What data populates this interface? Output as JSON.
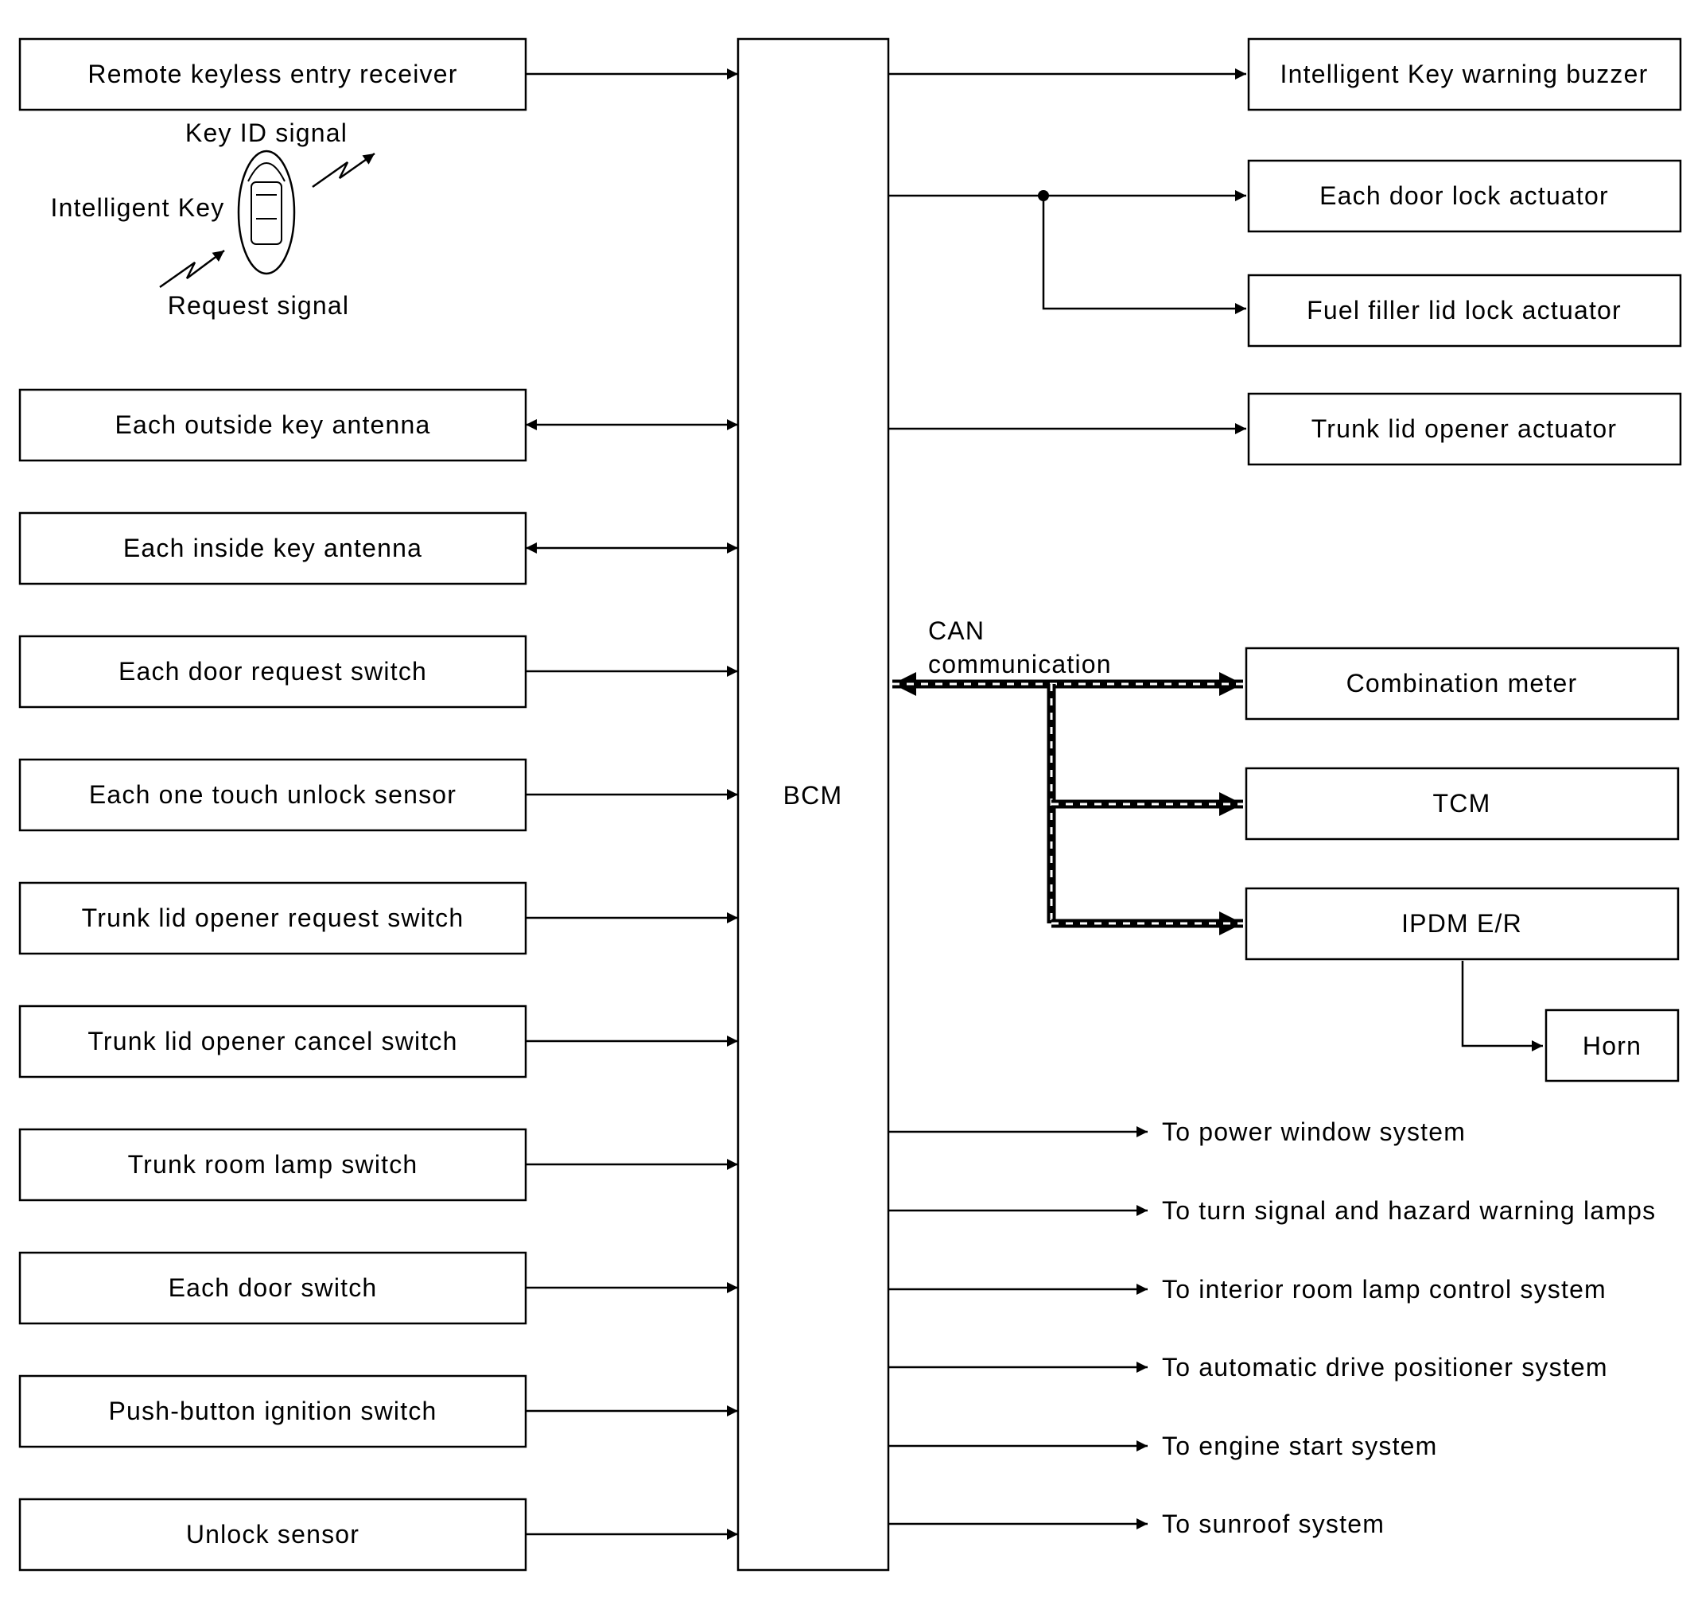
{
  "inputs": [
    "Remote keyless entry receiver",
    "Each outside key antenna",
    "Each inside key antenna",
    "Each door request switch",
    "Each one touch unlock sensor",
    "Trunk lid opener request switch",
    "Trunk lid opener cancel switch",
    "Trunk room lamp switch",
    "Each door switch",
    "Push-button ignition switch",
    "Unlock sensor"
  ],
  "intelligent_key": {
    "key_id_signal": "Key ID signal",
    "key_label": "Intelligent Key",
    "request_signal": "Request signal"
  },
  "bcm": "BCM",
  "outputs": [
    "Intelligent Key warning buzzer",
    "Each door lock actuator",
    "Fuel filler lid lock actuator",
    "Trunk lid opener actuator"
  ],
  "can": {
    "label_line1": "CAN",
    "label_line2": "communication",
    "nodes": [
      "Combination meter",
      "TCM",
      "IPDM E/R"
    ]
  },
  "horn": "Horn",
  "systems": [
    "To power window system",
    "To turn signal and hazard warning lamps",
    "To interior room lamp control system",
    "To automatic drive positioner system",
    "To engine start system",
    "To sunroof system"
  ]
}
